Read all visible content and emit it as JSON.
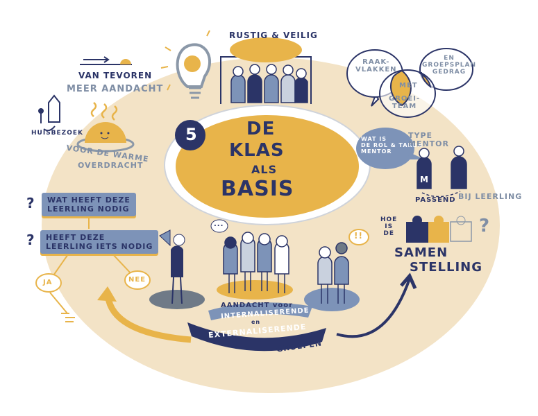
{
  "colors": {
    "beige": "#f3e3c6",
    "gold": "#e8b44a",
    "navy": "#2b3467",
    "blue_gray": "#7d93b8",
    "gray": "#8b98a8"
  },
  "center": {
    "number": "5",
    "line1": "DE",
    "line2": "KLAS",
    "line3": "ALS",
    "line4": "BASIS"
  },
  "top": {
    "rustig": "RUSTIG & VEILIG"
  },
  "left_top": {
    "van_tevoren": "VAN TEVOREN",
    "meer_aandacht": "MEER AANDACHT",
    "huisbezoek": "HUISBEZOEK",
    "warme_line1": "VOOR DE WARME",
    "warme_line2": "OVERDRACHT"
  },
  "venn": {
    "raakvlakken": "RAAK-\nVLAKKEN",
    "met": "MET",
    "groeiteam": "GROEI-\nTEAM",
    "groepsplan": "EN\nGROEPSPLAN\nGEDRAG"
  },
  "mentor": {
    "question": "WAT IS\nDE ROL & TAKEN\nMENTOR",
    "type": "TYPE\nMENTOR",
    "m_label": "M",
    "passend": "PASSEND",
    "bij_leerling": "BIJ LEERLING"
  },
  "left_flow": {
    "box1": "WAT HEEFT DEZE\nLEERLING NODIG",
    "box2": "HEEFT DEZE\nLEERLING IETS NODIG",
    "ja": "JA",
    "nee": "NEE"
  },
  "groups": {
    "speech": "...",
    "exclaim": "!!",
    "aandacht_voor": "AANDACHT voor",
    "internaliserende": "INTERNALISERENDE",
    "en": "en",
    "externaliserende": "EXTERNALISERENDE",
    "groepen": "GROEPEN"
  },
  "samenstelling": {
    "hoe": "HOE\nIS\nDE",
    "samen": "SAMEN",
    "stelling": "STELLING",
    "question": "?"
  }
}
